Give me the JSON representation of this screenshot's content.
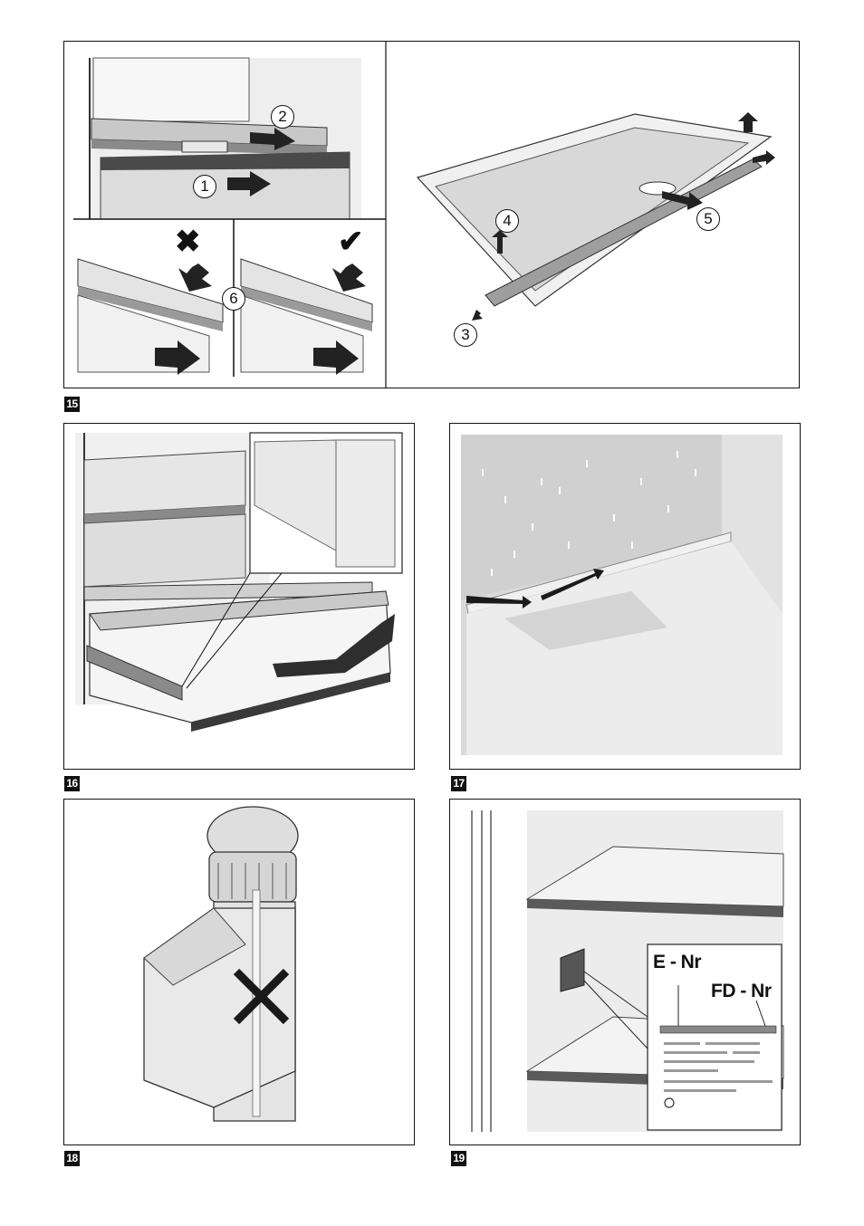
{
  "figures": [
    {
      "number": "15",
      "steps": [
        "1",
        "2",
        "3",
        "4",
        "5",
        "6"
      ]
    },
    {
      "number": "16"
    },
    {
      "number": "17"
    },
    {
      "number": "18"
    },
    {
      "number": "19",
      "plate": {
        "e_nr": "E - Nr",
        "fd_nr": "FD - Nr"
      }
    }
  ],
  "icons": {
    "wrong": "cross-icon",
    "right": "check-icon"
  },
  "colors": {
    "line": "#111111",
    "shade": "#d9d9d9",
    "dark": "#3a3a3a"
  }
}
